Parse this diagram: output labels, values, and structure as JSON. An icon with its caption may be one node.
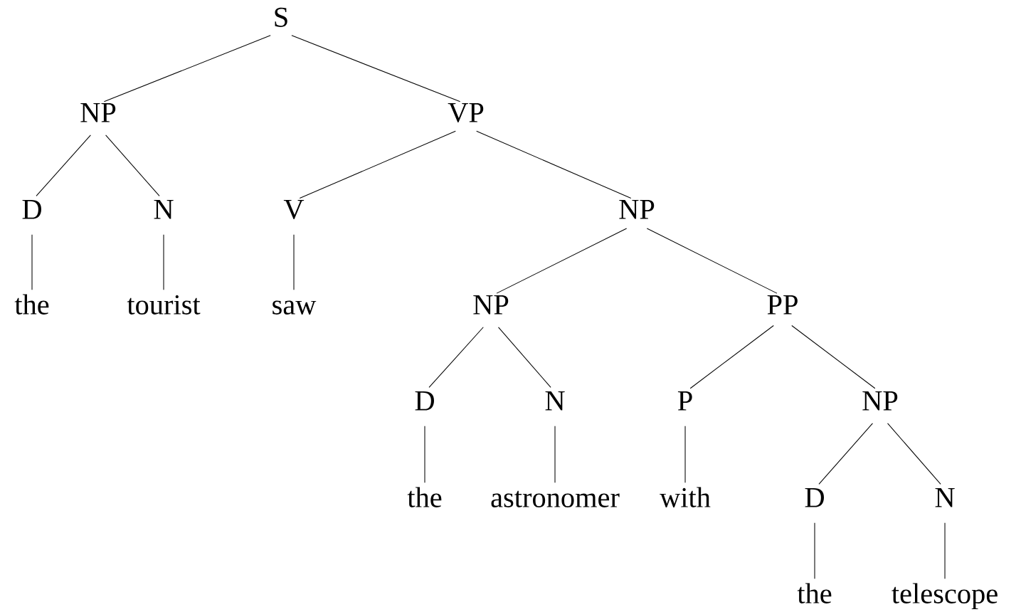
{
  "diagram": {
    "nodes": [
      {
        "text": [
          "S"
        ]
      },
      {
        "text": [
          "NP"
        ]
      },
      {
        "text": [
          "VP"
        ]
      },
      {
        "text": [
          "D"
        ]
      },
      {
        "text": [
          "N"
        ]
      },
      {
        "text": [
          "V"
        ]
      },
      {
        "text": [
          "NP"
        ]
      },
      {
        "text": [
          "the"
        ]
      },
      {
        "text": [
          "tourist"
        ]
      },
      {
        "text": [
          "saw"
        ]
      },
      {
        "text": [
          "NP"
        ]
      },
      {
        "text": [
          "PP"
        ]
      },
      {
        "text": [
          "D"
        ]
      },
      {
        "text": [
          "N"
        ]
      },
      {
        "text": [
          "P"
        ]
      },
      {
        "text": [
          "NP"
        ]
      },
      {
        "text": [
          "the"
        ]
      },
      {
        "text": [
          "astronomer"
        ]
      },
      {
        "text": [
          "with"
        ]
      },
      {
        "text": [
          "D"
        ]
      },
      {
        "text": [
          "N"
        ]
      },
      {
        "text": [
          "the"
        ]
      },
      {
        "text": [
          "telescope"
        ]
      }
    ],
    "edges": [
      {
        "from": 0,
        "to": 1,
        "arrow": "none"
      },
      {
        "from": 0,
        "to": 2,
        "arrow": "none"
      },
      {
        "from": 1,
        "to": 3,
        "arrow": "none"
      },
      {
        "from": 1,
        "to": 4,
        "arrow": "none"
      },
      {
        "from": 2,
        "to": 5,
        "arrow": "none"
      },
      {
        "from": 2,
        "to": 6,
        "arrow": "none"
      },
      {
        "from": 3,
        "to": 7,
        "arrow": "none"
      },
      {
        "from": 4,
        "to": 8,
        "arrow": "none"
      },
      {
        "from": 5,
        "to": 9,
        "arrow": "none"
      },
      {
        "from": 6,
        "to": 10,
        "arrow": "none"
      },
      {
        "from": 6,
        "to": 11,
        "arrow": "none"
      },
      {
        "from": 10,
        "to": 12,
        "arrow": "none"
      },
      {
        "from": 10,
        "to": 13,
        "arrow": "none"
      },
      {
        "from": 11,
        "to": 14,
        "arrow": "none"
      },
      {
        "from": 11,
        "to": 15,
        "arrow": "none"
      },
      {
        "from": 12,
        "to": 16,
        "arrow": "none"
      },
      {
        "from": 13,
        "to": 17,
        "arrow": "none"
      },
      {
        "from": 14,
        "to": 18,
        "arrow": "none"
      },
      {
        "from": 15,
        "to": 19,
        "arrow": "none"
      },
      {
        "from": 15,
        "to": 20,
        "arrow": "none"
      },
      {
        "from": 19,
        "to": 21,
        "arrow": "none"
      },
      {
        "from": 20,
        "to": 22,
        "arrow": "none"
      }
    ]
  }
}
